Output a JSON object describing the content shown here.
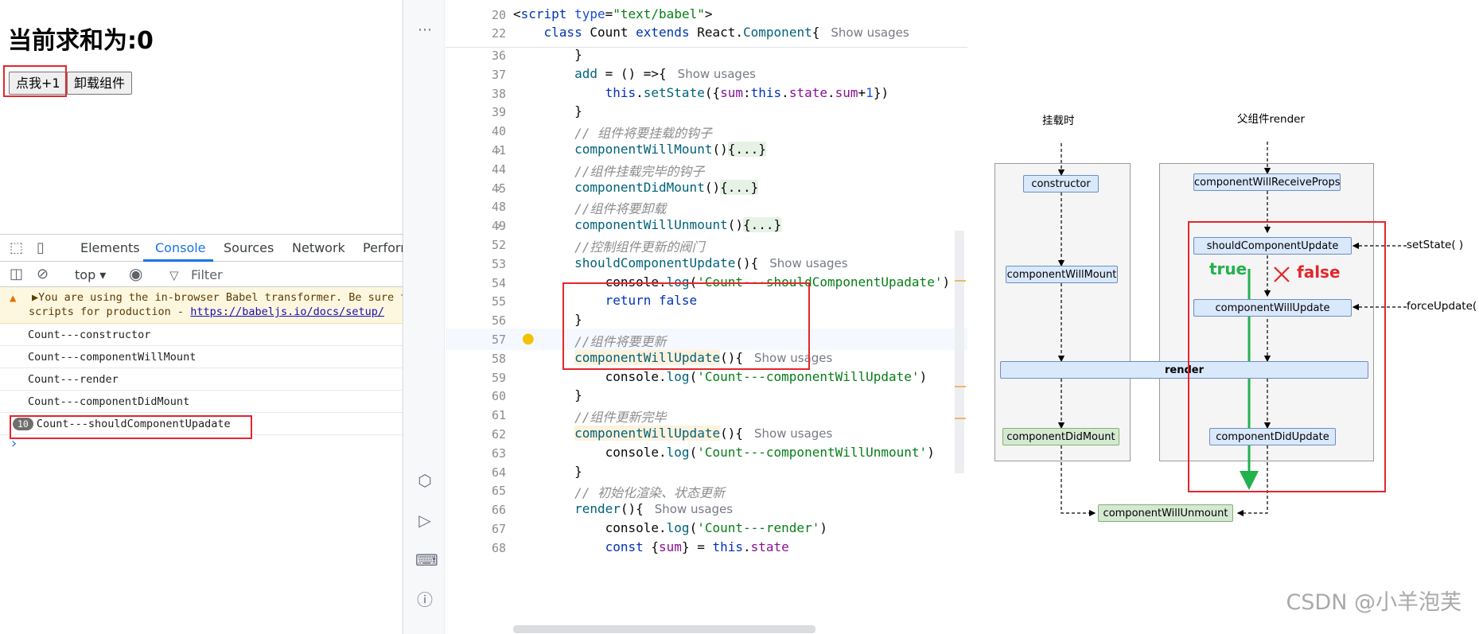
{
  "app": {
    "title": "当前求和为:0",
    "add_button": "点我+1",
    "unmount_button": "卸载组件"
  },
  "devtools": {
    "tabs": [
      "Elements",
      "Console",
      "Sources",
      "Network",
      "Perform"
    ],
    "context": "top",
    "filter_placeholder": "Filter",
    "warning_line1": "You are using the in-browser Babel transformer. Be sure t",
    "warning_line2_prefix": "scripts for production - ",
    "warning_link": "https://babeljs.io/docs/setup/",
    "logs": [
      "Count---constructor",
      "Count---componentWillMount",
      "Count---render",
      "Count---componentDidMount"
    ],
    "repeat_count": "10",
    "repeat_log": "Count---shouldComponentUpadate",
    "prompt": "›"
  },
  "editor": {
    "show_usages": "Show usages",
    "sticky_lines": [
      {
        "no": "20",
        "html": "&lt;<span class='kw'>script</span> <span class='attr'>type</span>=<span class='str'>\"text/babel\"</span>&gt;"
      },
      {
        "no": "22",
        "html": "    <span class='kw'>class</span> Count <span class='kw'>extends</span> React.<span class='fn'>Component</span>{"
      }
    ],
    "lines": [
      {
        "no": "36",
        "html": "        }"
      },
      {
        "no": "37",
        "html": "        <span class='fn' style='color:#00627a'>add</span> = () =&gt;{",
        "hint": true
      },
      {
        "no": "38",
        "html": "            <span class='kw'>this</span>.<span class='fn'>setState</span>({<span class='prop'>sum</span>:<span class='kw'>this</span>.<span class='prop'>state</span>.<span class='prop'>sum</span>+<span class='num'>1</span>})"
      },
      {
        "no": "39",
        "html": "        }"
      },
      {
        "no": "40",
        "html": "        <span class='cm'>// 组件将要挂载的钩子</span>"
      },
      {
        "no": "41",
        "html": "        <span class='fn'>componentWillMount</span>()<span class='fold-bg'>{...}</span>",
        "chev": true
      },
      {
        "no": "44",
        "html": "        <span class='cm'>//组件挂载完毕的钩子</span>"
      },
      {
        "no": "45",
        "html": "        <span class='fn'>componentDidMount</span>()<span class='fold-bg'>{...}</span>",
        "chev": true
      },
      {
        "no": "48",
        "html": "        <span class='cm'>//组件将要卸载</span>"
      },
      {
        "no": "49",
        "html": "        <span class='fn'>componentWillUnmount</span>()<span class='fold-bg'>{...}</span>",
        "chev": true
      },
      {
        "no": "52",
        "html": "        <span class='cm'>//控制组件更新的阀门</span>"
      },
      {
        "no": "53",
        "html": "        <span class='fn'>shouldComponentUpdate</span>(){",
        "hint": true
      },
      {
        "no": "54",
        "html": "            console.<span class='fn'>log</span>(<span class='str'>'Count---shouldComponentUpadate'</span>)"
      },
      {
        "no": "55",
        "html": "            <span class='kw'>return false</span>"
      },
      {
        "no": "56",
        "html": "        }"
      },
      {
        "no": "57",
        "html": "        <span class='cm'>//组件将要更新</span>"
      },
      {
        "no": "58",
        "html": "        <span class='fn cwu-bg'>componentWillUpdate</span>(){",
        "hint": true
      },
      {
        "no": "59",
        "html": "            console.<span class='fn'>log</span>(<span class='str'>'Count---componentWillUpdate'</span>)"
      },
      {
        "no": "60",
        "html": "        }"
      },
      {
        "no": "61",
        "html": "        <span class='cm'>//组件更新完毕</span>"
      },
      {
        "no": "62",
        "html": "        <span class='fn cwu-bg'>componentWillUpdate</span>(){",
        "hint": true
      },
      {
        "no": "63",
        "html": "            console.<span class='fn'>log</span>(<span class='str'>'Count---componentWillUnmount'</span>)"
      },
      {
        "no": "64",
        "html": "        }"
      },
      {
        "no": "65",
        "html": "        <span class='cm'>// 初始化渲染、状态更新</span>"
      },
      {
        "no": "66",
        "html": "        <span class='fn'>render</span>(){",
        "hint": true
      },
      {
        "no": "67",
        "html": "            console.<span class='fn'>log</span>(<span class='str'>'Count---render'</span>)"
      },
      {
        "no": "68",
        "html": "            <span class='kw'>const</span> {<span class='prop'>sum</span>} = <span class='kw'>this</span>.<span class='prop'>state</span>"
      }
    ]
  },
  "diagram": {
    "mount_title": "挂载时",
    "parent_title": "父组件render",
    "constructor": "constructor",
    "will_mount": "componentWillMount",
    "did_mount": "componentDidMount",
    "will_receive": "componentWillReceiveProps",
    "should_update": "shouldComponentUpdate",
    "will_update": "componentWillUpdate",
    "render": "render",
    "did_update": "componentDidUpdate",
    "will_unmount": "componentWillUnmount",
    "set_state": "setState( )",
    "force_update": "forceUpdate( )",
    "true_label": "true",
    "false_label": "false",
    "colors": {
      "annotation_red": "#e3262d",
      "true_green": "#22b14c"
    }
  },
  "watermark": "CSDN @小羊泡芙"
}
